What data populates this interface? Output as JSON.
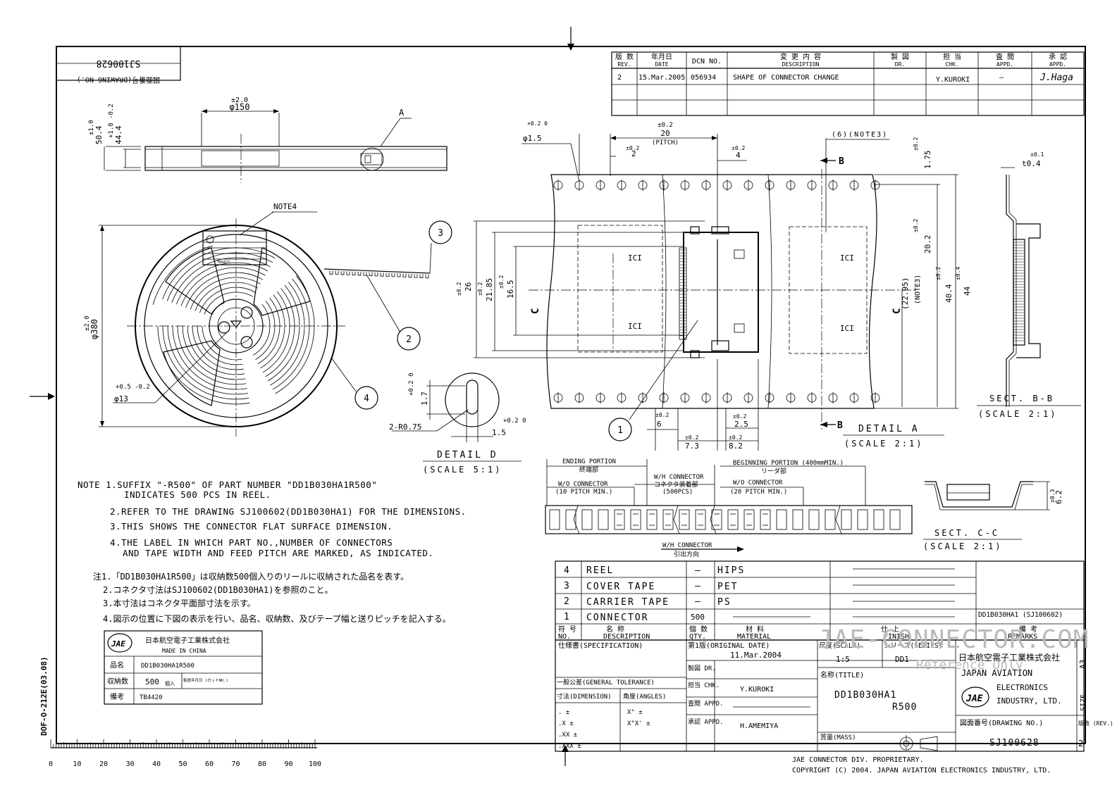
{
  "drawing_no_rotated": "SJ100628",
  "drawing_no_label_rotated": "図面番号(DRAWING NO.)",
  "form_no": "DOF-O-212E(03.08)",
  "revision_table": {
    "headers": [
      {
        "jp": "版 数",
        "en": "REV."
      },
      {
        "jp": "年月日",
        "en": "DATE"
      },
      {
        "jp": "",
        "en": "DCN NO."
      },
      {
        "jp": "変 更 内 容",
        "en": "DESCRIPTION"
      },
      {
        "jp": "製 図",
        "en": "DR."
      },
      {
        "jp": "担 当",
        "en": "CHK."
      },
      {
        "jp": "査 閲",
        "en": "APPD."
      },
      {
        "jp": "承 認",
        "en": "APPD."
      }
    ],
    "rows": [
      {
        "rev": "2",
        "date": "15.Mar.2005",
        "dcn": "056934",
        "desc": "SHAPE OF CONNECTOR CHANGE",
        "dr": "",
        "chk": "Y.KUROKI",
        "appd1": "—",
        "appd2": "J.Haga"
      }
    ]
  },
  "reel_view": {
    "dims": {
      "d150_tol": "±2.0",
      "d150": "φ150",
      "w504_tol": "±1.0",
      "w504": "50.4",
      "w444_tol": "+1.8 -0.2",
      "w444": "44.4",
      "d380_tol": "±2.0",
      "d380": "φ380",
      "d13_tol": "+0.5 -0.2",
      "d13": "φ13"
    },
    "callout_a": "A",
    "note4": "NOTE4",
    "balloons": [
      "3",
      "2",
      "4"
    ]
  },
  "reel_label_small": {
    "title": "日本航空電子工業株式会社",
    "sub": "MADE IN CHINA",
    "rows": [
      "品名",
      "収納数",
      "備考"
    ],
    "code": "TB4423"
  },
  "detail_d": {
    "title": "DETAIL D",
    "scale": "(SCALE 5:1)",
    "dims": {
      "h17_tol": "+0.2 0",
      "h17": "1.7",
      "w15_tol": "+0.2 0",
      "w15": "1.5",
      "r": "2-R0.75"
    }
  },
  "detail_a": {
    "title": "DETAIL A",
    "scale": "(SCALE 2:1)",
    "dims": {
      "d15_tol": "+0.2 0",
      "d15": "φ1.5",
      "p20_tol": "±0.2",
      "p20": "20",
      "pitch": "(PITCH)",
      "d2_tol": "±0.2",
      "d2": "2",
      "d4_tol": "±0.2",
      "d4": "4",
      "n6": "(6)(NOTE3)",
      "d175_tol": "±0.2",
      "d175": "1.75",
      "d202_tol": "±0.2",
      "d202": "20.2",
      "d404_tol": "±0.2",
      "d404": "40.4",
      "d44_tol": "±0.4",
      "d44": "44",
      "d2295": "(22.95)",
      "note3": "(NOTE3)",
      "d26_tol": "±0.2",
      "d26": "26",
      "d2185_tol": "±0.2",
      "d2185": "21.85",
      "d165_tol": "±0.2",
      "d165": "16.5",
      "d6_tol": "±0.2",
      "d6": "6",
      "d73_tol": "±0.2",
      "d73": "7.3",
      "d25_tol": "±0.2",
      "d25": "2.5",
      "d82_tol": "±0.2",
      "d82": "8.2"
    },
    "cut_c": "C",
    "cut_b": "B",
    "balloon1": "1",
    "ic": "ICI"
  },
  "sect_bb": {
    "title": "SECT. B-B",
    "scale": "(SCALE 2:1)",
    "t_tol": "±0.1",
    "t": "t0.4"
  },
  "sect_cc": {
    "title": "SECT. C-C",
    "scale": "(SCALE 2:1)",
    "h_tol": "±0.3",
    "h": "6.2"
  },
  "tape_layout": {
    "ending": "ENDING PORTION",
    "ending_jp": "終端部",
    "wo1": "W/O CONNECTOR",
    "wo1_sub": "(10 PITCH MIN.)",
    "wh": "W/H CONNECTOR",
    "wh_jp": "コネクタ装着部",
    "wh_sub": "(500PCS)",
    "beginning": "BEGINNING PORTION (400mmMIN.)",
    "beginning_jp": "リーダ部",
    "wo2": "W/O CONNECTOR",
    "wo2_sub": "(20 PITCH MIN.)",
    "direction": "W/H CONNECTOR",
    "direction_jp": "引出方向"
  },
  "notes_en": [
    "NOTE 1.SUFFIX \"-R500\" OF PART NUMBER \"DD1B030HA1R500\"",
    "INDICATES 500 PCS IN REEL.",
    "2.REFER TO THE DRAWING SJ100602(DD1B030HA1) FOR THE DIMENSIONS.",
    "3.THIS SHOWS THE CONNECTOR FLAT SURFACE DIMENSION.",
    "4.THE LABEL IN WHICH PART NO.,NUMBER OF CONNECTORS",
    "AND TAPE WIDTH AND FEED PITCH ARE MARKED, AS INDICATED."
  ],
  "notes_jp": [
    "注1.「DD1B030HA1R500」は収納数500個入りのリールに収納された品名を表す。",
    "2.コネクタ寸法はSJ100602(DD1B030HA1)を参照のこと。",
    "3.本寸法はコネクタ平面部寸法を示す。",
    "4.図示の位置に下図の表示を行い、品名、収納数、及びテープ幅と送りピッチを記入する。"
  ],
  "label_box": {
    "company": "日本航空電子工業株式会社",
    "made": "MADE IN CHINA",
    "r1_label": "品名",
    "r1_value": "DD1B030HA1R500",
    "r2_label": "収納数",
    "r2_value": "500",
    "r2_unit": "個入",
    "r2_date": "製造年月日 (ロットNO.)",
    "r3_label": "備考",
    "r3_value": "TB4420"
  },
  "bom": {
    "rows": [
      {
        "no": "4",
        "desc": "REEL",
        "qty": "—",
        "mat": "HIPS",
        "fin": "",
        "rem": ""
      },
      {
        "no": "3",
        "desc": "COVER TAPE",
        "qty": "—",
        "mat": "PET",
        "fin": "",
        "rem": ""
      },
      {
        "no": "2",
        "desc": "CARRIER TAPE",
        "qty": "—",
        "mat": "PS",
        "fin": "",
        "rem": ""
      },
      {
        "no": "1",
        "desc": "CONNECTOR",
        "qty": "500",
        "mat": "",
        "fin": "",
        "rem": "DD1B030HA1 (SJ100602)"
      }
    ],
    "hdr": {
      "no_jp": "符 号",
      "no": "NO.",
      "desc_jp": "名    称",
      "desc": "DESCRIPTION",
      "qty_jp": "個 数",
      "qty": "QTY.",
      "mat_jp": "材    料",
      "mat": "MATERIAL",
      "fin_jp": "仕 上",
      "fin": "FINISH",
      "rem_jp": "備 考",
      "rem": "REMARKS"
    }
  },
  "title_block": {
    "spec": "仕様書(SPECIFICATION)",
    "original_label": "第1版(ORIGINAL DATE)",
    "original_date": "11.Mar.2004",
    "scale_label": "尺度(SCALE)",
    "scale": "1:5",
    "series_label": "シリーズ(SERIES)",
    "series": "DD1",
    "company_jp": "日本航空電子工業株式会社",
    "company_en1": "JAPAN AVIATION",
    "company_en2": "ELECTRONICS",
    "company_en3": "INDUSTRY, LTD.",
    "logo": "JAE",
    "size_label": "SIZE",
    "size": "A3",
    "dr_label": "製図 DR.",
    "chk_label": "担当 CHK.",
    "chk": "Y.KUROKI",
    "appd_label": "査閲 APPD.",
    "appd2_label": "承認 APPD.",
    "appd2": "H.AMEMIYA",
    "title_label": "名称(TITLE)",
    "title1": "DD1B030HA1",
    "title2": "R500",
    "tol_label": "一般公差(GENERAL TOLERANCE)",
    "dim_label": "寸法(DIMENSION)",
    "ang_label": "角度(ANGLES)",
    "tol_rows": [
      ".        ±",
      ".X       ±",
      ".XX      ±",
      ".XXX  ±"
    ],
    "ang_rows": [
      "X°   ±",
      "X°X'  ±"
    ],
    "mass_label": "質量(MASS)",
    "drawing_no_label": "図面番号(DRAWING NO.)",
    "drawing_no": "SJ100628",
    "rev_label": "版数 (REV.)",
    "rev": "2"
  },
  "footer": {
    "proprietary": "JAE CONNECTOR DIV. PROPRIETARY.",
    "copyright": "COPYRIGHT (C) 2004. JAPAN AVIATION ELECTRONICS INDUSTRY, LTD."
  },
  "watermark": {
    "line1": "JAE-CONNECTOR.COM",
    "line2": "Reference Only"
  },
  "ruler_labels": [
    "0",
    "10",
    "20",
    "30",
    "40",
    "50",
    "60",
    "70",
    "80",
    "90",
    "100"
  ]
}
